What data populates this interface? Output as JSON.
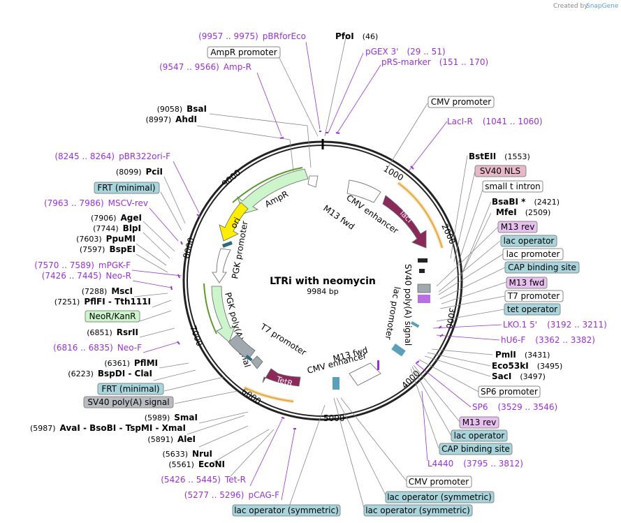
{
  "brand": {
    "created_by": "Created by",
    "name": "SnapGene"
  },
  "plasmid": {
    "name": "LTRi with neomycin",
    "size": "9984 bp"
  },
  "ticks": [
    "1000",
    "2000",
    "3000",
    "4000",
    "5000",
    "6000",
    "7000",
    "8000",
    "9000"
  ],
  "colors": {
    "primer": "#9b30d9",
    "site": "#000000",
    "backbone": "#222222"
  },
  "features_inner": [
    {
      "label": "AmpR"
    },
    {
      "label": "ori"
    },
    {
      "label": "PGK promoter"
    },
    {
      "label": "PGK poly(A) signal"
    },
    {
      "label": "T7 promoter"
    },
    {
      "label": "TetR"
    },
    {
      "label": "CMV enhancer"
    },
    {
      "label": "M13 fwd"
    },
    {
      "label": "CMV enhancer"
    },
    {
      "label": "M13 fwd"
    },
    {
      "label": "lacI"
    },
    {
      "label": "SV40 poly(A) signal"
    },
    {
      "label": "lac promoter"
    }
  ],
  "labels_left": [
    {
      "kind": "primer",
      "text": "pBRforEco",
      "range": "(9957 .. 9975)"
    },
    {
      "kind": "box",
      "text": "AmpR promoter",
      "style": "white"
    },
    {
      "kind": "primer",
      "text": "Amp-R",
      "range": "(9547 .. 9566)"
    },
    {
      "kind": "site",
      "text": "BsaI",
      "pos": "(9058)"
    },
    {
      "kind": "site",
      "text": "AhdI",
      "pos": "(8997)"
    },
    {
      "kind": "primer",
      "text": "pBR322ori-F",
      "range": "(8245 .. 8264)"
    },
    {
      "kind": "site",
      "text": "PciI",
      "pos": "(8099)"
    },
    {
      "kind": "box",
      "text": "FRT (minimal)",
      "style": "teal"
    },
    {
      "kind": "primer",
      "text": "MSCV-rev",
      "range": "(7963 .. 7986)"
    },
    {
      "kind": "site",
      "text": "AgeI",
      "pos": "(7906)"
    },
    {
      "kind": "site",
      "text": "BlpI",
      "pos": "(7744)"
    },
    {
      "kind": "site",
      "text": "PpuMI",
      "pos": "(7603)"
    },
    {
      "kind": "site",
      "text": "BspEI",
      "pos": "(7597)"
    },
    {
      "kind": "primer",
      "text": "mPGK-F",
      "range": "(7570 .. 7589)"
    },
    {
      "kind": "primer",
      "text": "Neo-R",
      "range": "(7426 .. 7445)"
    },
    {
      "kind": "site",
      "text": "MscI",
      "pos": "(7288)"
    },
    {
      "kind": "site",
      "text": "PflFI - Tth111I",
      "pos": "(7251)"
    },
    {
      "kind": "box",
      "text": "NeoR/KanR",
      "style": "green"
    },
    {
      "kind": "site",
      "text": "RsrII",
      "pos": "(6851)"
    },
    {
      "kind": "primer",
      "text": "Neo-F",
      "range": "(6816 .. 6835)"
    },
    {
      "kind": "site",
      "text": "PflMI",
      "pos": "(6361)"
    },
    {
      "kind": "site",
      "text": "BspDI - ClaI",
      "pos": "(6223)"
    },
    {
      "kind": "box",
      "text": "FRT (minimal)",
      "style": "teal"
    },
    {
      "kind": "box",
      "text": "SV40 poly(A) signal",
      "style": "gray"
    },
    {
      "kind": "site",
      "text": "SmaI",
      "pos": "(5989)"
    },
    {
      "kind": "site",
      "text": "AvaI - BsoBI - TspMI - XmaI",
      "pos": "(5987)"
    },
    {
      "kind": "site",
      "text": "AleI",
      "pos": "(5891)"
    },
    {
      "kind": "site",
      "text": "NruI",
      "pos": "(5633)"
    },
    {
      "kind": "site",
      "text": "EcoNI",
      "pos": "(5561)"
    },
    {
      "kind": "primer",
      "text": "Tet-R",
      "range": "(5426 .. 5445)"
    },
    {
      "kind": "primer",
      "text": "pCAG-F",
      "range": "(5277 .. 5296)"
    },
    {
      "kind": "box",
      "text": "lac operator (symmetric)",
      "style": "teal"
    }
  ],
  "labels_right": [
    {
      "kind": "site",
      "text": "PfoI",
      "pos": "(46)"
    },
    {
      "kind": "primer",
      "text": "pGEX 3'",
      "range": "(29 .. 51)"
    },
    {
      "kind": "primer",
      "text": "pRS-marker",
      "range": "(151 .. 170)"
    },
    {
      "kind": "box",
      "text": "CMV promoter",
      "style": "white"
    },
    {
      "kind": "primer",
      "text": "LacI-R",
      "range": "(1041 .. 1060)"
    },
    {
      "kind": "site",
      "text": "BstEII",
      "pos": "(1553)"
    },
    {
      "kind": "box",
      "text": "SV40 NLS",
      "style": "pink"
    },
    {
      "kind": "box",
      "text": "small t intron",
      "style": "white"
    },
    {
      "kind": "site",
      "text": "BsaBI *",
      "pos": "(2421)"
    },
    {
      "kind": "site",
      "text": "MfeI",
      "pos": "(2509)"
    },
    {
      "kind": "box",
      "text": "M13 rev",
      "style": "violet"
    },
    {
      "kind": "box",
      "text": "lac operator",
      "style": "teal"
    },
    {
      "kind": "box",
      "text": "lac promoter",
      "style": "white"
    },
    {
      "kind": "box",
      "text": "CAP binding site",
      "style": "teal"
    },
    {
      "kind": "box",
      "text": "M13 fwd",
      "style": "violet"
    },
    {
      "kind": "box",
      "text": "T7 promoter",
      "style": "white"
    },
    {
      "kind": "box",
      "text": "tet operator",
      "style": "teal"
    },
    {
      "kind": "primer",
      "text": "LKO.1 5'",
      "range": "(3192 .. 3211)"
    },
    {
      "kind": "primer",
      "text": "hU6-F",
      "range": "(3362 .. 3382)"
    },
    {
      "kind": "site",
      "text": "PmlI",
      "pos": "(3431)"
    },
    {
      "kind": "site",
      "text": "Eco53kI",
      "pos": "(3495)"
    },
    {
      "kind": "site",
      "text": "SacI",
      "pos": "(3497)"
    },
    {
      "kind": "box",
      "text": "SP6 promoter",
      "style": "white"
    },
    {
      "kind": "primer",
      "text": "SP6",
      "range": "(3529 .. 3546)"
    },
    {
      "kind": "box",
      "text": "M13 rev",
      "style": "violet"
    },
    {
      "kind": "box",
      "text": "lac operator",
      "style": "teal"
    },
    {
      "kind": "box",
      "text": "CAP binding site",
      "style": "teal"
    },
    {
      "kind": "primer",
      "text": "L4440",
      "range": "(3795 .. 3812)"
    },
    {
      "kind": "box",
      "text": "CMV promoter",
      "style": "white"
    },
    {
      "kind": "box",
      "text": "lac operator (symmetric)",
      "style": "teal"
    },
    {
      "kind": "box",
      "text": "lac operator (symmetric)",
      "style": "teal"
    }
  ]
}
